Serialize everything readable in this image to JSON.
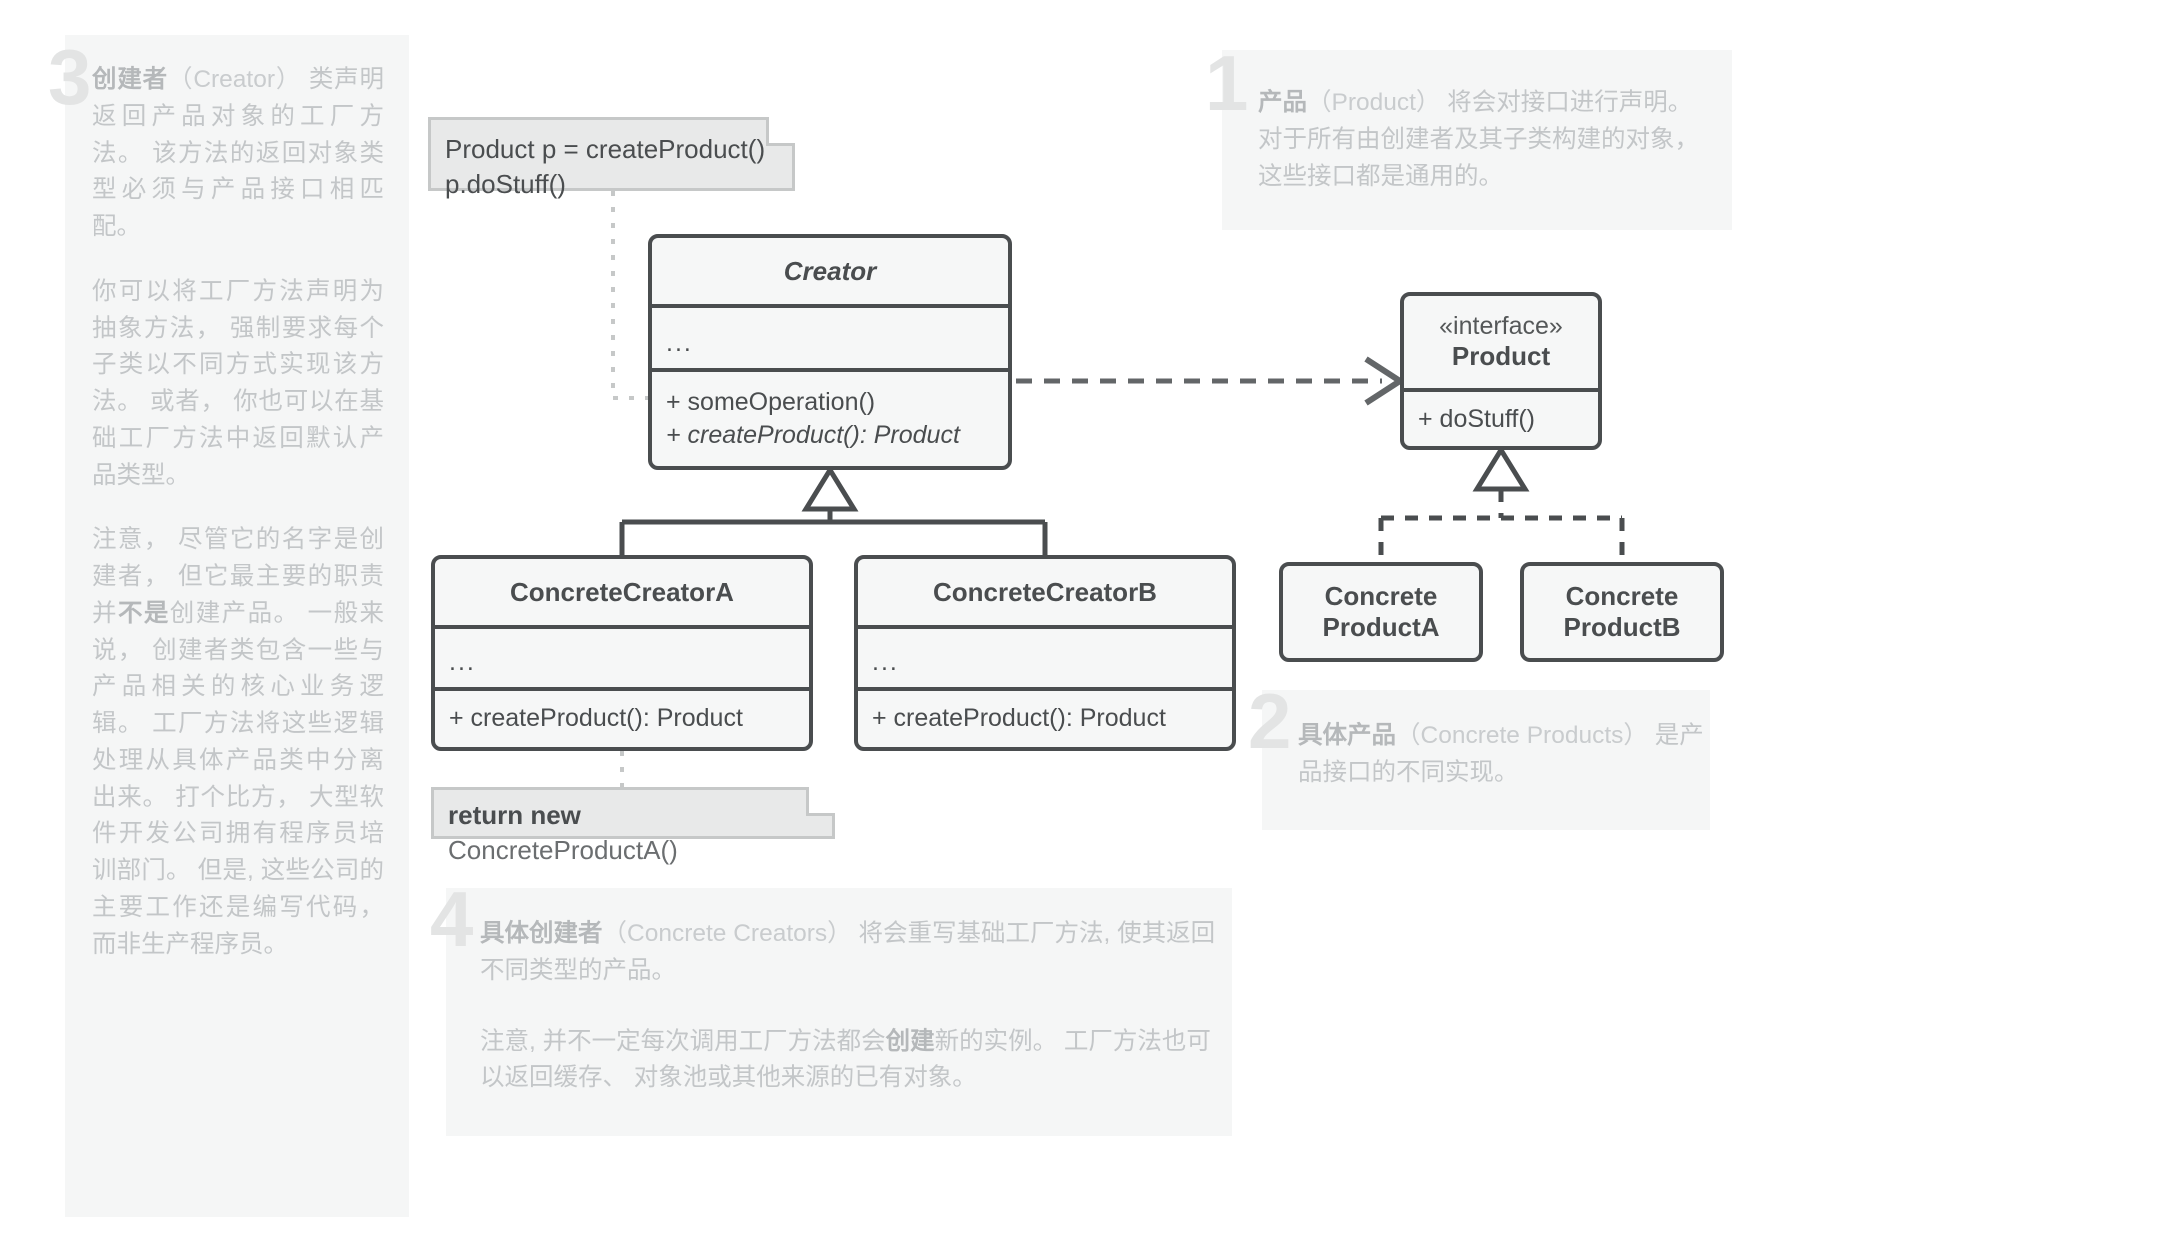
{
  "diagram": {
    "title": "Factory Method Pattern UML Structure",
    "colors": {
      "box_border": "#4a4d4f",
      "box_fill": "#f6f7f7",
      "note_fill": "#e8e9e9",
      "note_border": "#c6c8c8",
      "panel_fill": "#f5f6f6",
      "panel_text": "#c3c6c8",
      "panel_number": "#e3e4e4",
      "connector": "#4a4d4f"
    }
  },
  "annotations": {
    "sidebar": {
      "number": "3",
      "title_cn": "创建者",
      "title_en": "（Creator）",
      "paragraphs": [
        "创建者（Creator） 类声明返回产品对象的工厂方法。 该方法的返回对象类型必须与产品接口相匹配。",
        "你可以将工厂方法声明为抽象方法， 强制要求每个子类以不同方式实现该方法。 或者， 你也可以在基础工厂方法中返回默认产品类型。",
        "注意， 尽管它的名字是创建者， 但它最主要的职责并不是创建产品。 一般来说， 创建者类包含一些与产品相关的核心业务逻辑。 工厂方法将这些逻辑处理从具体产品类中分离出来。 打个比方， 大型软件开发公司拥有程序员培训部门。 但是, 这些公司的主要工作还是编写代码， 而非生产程序员。"
      ],
      "bold_fragments": [
        "创建者",
        "不是"
      ]
    },
    "note1": {
      "number": "1",
      "title_cn": "产品",
      "title_en": "（Product）",
      "text": "产品（Product） 将会对接口进行声明。 对于所有由创建者及其子类构建的对象， 这些接口都是通用的。"
    },
    "note2": {
      "number": "2",
      "title_cn": "具体产品",
      "title_en": "（Concrete Products）",
      "text": "具体产品（Concrete Products） 是产品接口的不同实现。"
    },
    "note4": {
      "number": "4",
      "title_cn": "具体创建者",
      "title_en": "（Concrete Creators）",
      "paragraphs": [
        "具体创建者（Concrete Creators） 将会重写基础工厂方法, 使其返回不同类型的产品。",
        "注意, 并不一定每次调用工厂方法都会创建新的实例。 工厂方法也可以返回缓存、 对象池或其他来源的已有对象。"
      ],
      "bold_fragments": [
        "具体创建者",
        "创建"
      ]
    }
  },
  "code_notes": {
    "top": {
      "line1": "Product p = createProduct()",
      "line2": "p.doStuff()"
    },
    "bottom": {
      "keyword": "return new",
      "expression": "ConcreteProductA()"
    }
  },
  "classes": {
    "creator": {
      "name": "Creator",
      "abstract": true,
      "attributes": "...",
      "operations": [
        {
          "text": "+ someOperation()",
          "abstract": false
        },
        {
          "text": "+ createProduct(): Product",
          "abstract": true
        }
      ]
    },
    "product": {
      "stereotype": "«interface»",
      "name": "Product",
      "operations": [
        {
          "text": "+ doStuff()",
          "abstract": false
        }
      ]
    },
    "concrete_creator_a": {
      "name": "ConcreteCreatorA",
      "attributes": "...",
      "operations": [
        {
          "text": "+ createProduct(): Product",
          "abstract": false
        }
      ]
    },
    "concrete_creator_b": {
      "name": "ConcreteCreatorB",
      "attributes": "...",
      "operations": [
        {
          "text": "+ createProduct(): Product",
          "abstract": false
        }
      ]
    },
    "concrete_product_a": {
      "name_line1": "Concrete",
      "name_line2": "ProductA"
    },
    "concrete_product_b": {
      "name_line1": "Concrete",
      "name_line2": "ProductB"
    }
  },
  "relationships": [
    {
      "kind": "dependency",
      "from": "Creator",
      "to": "Product",
      "style": "dashed-open-arrow"
    },
    {
      "kind": "generalization",
      "from": "ConcreteCreatorA",
      "to": "Creator",
      "style": "solid-hollow-triangle"
    },
    {
      "kind": "generalization",
      "from": "ConcreteCreatorB",
      "to": "Creator",
      "style": "solid-hollow-triangle"
    },
    {
      "kind": "realization",
      "from": "ConcreteProductA",
      "to": "Product",
      "style": "dashed-hollow-triangle"
    },
    {
      "kind": "realization",
      "from": "ConcreteProductB",
      "to": "Product",
      "style": "dashed-hollow-triangle"
    },
    {
      "kind": "note-link",
      "from": "code-note-top",
      "to": "Creator",
      "style": "dotted"
    },
    {
      "kind": "note-link",
      "from": "ConcreteCreatorA",
      "to": "code-note-bottom",
      "style": "dotted"
    }
  ]
}
